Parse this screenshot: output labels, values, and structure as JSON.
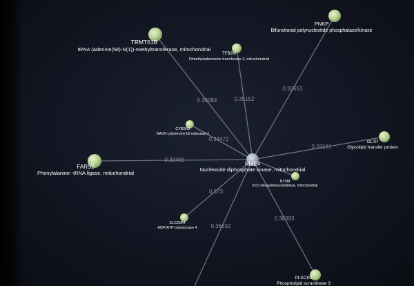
{
  "graph": {
    "hub": {
      "symbol": "NME4",
      "description": "Nucleoside diphosphate kinase, mitochondrial",
      "color": "#a9b1c8"
    },
    "neighbor_color": "#bcd49a",
    "edge_color": "#8d929b",
    "neighbors": [
      {
        "id": "pnkp",
        "symbol": "PNKP",
        "description": "Bifunctional polynucleotide phosphatase/kinase",
        "score": "0.32653"
      },
      {
        "id": "trmt61b",
        "symbol": "TRMT61B",
        "description": "tRNA (adenine(58)-N(1))-methyltransferase, mitochondrial",
        "score": "0.36084"
      },
      {
        "id": "tfb2m",
        "symbol": "TFB2M",
        "description": "Dimethyladenosine transferase 2, mitochondrial",
        "score": "0.35152"
      },
      {
        "id": "cyb5r2",
        "symbol": "CYB5R2",
        "description": "NADH-cytochrome b5 reductase 2",
        "score": "0.34472"
      },
      {
        "id": "gltp",
        "symbol": "GLTP",
        "description": "Glycolipid transfer protein",
        "score": "0.33181"
      },
      {
        "id": "fars2",
        "symbol": "FARS2",
        "description": "Phenylalanine--tRNA ligase, mitochondrial",
        "score": "0.33469"
      },
      {
        "id": "nt5m",
        "symbol": "NT5M",
        "description": "5'(3')-deoxyribonucleotidase, mitochondrial",
        "score": ""
      },
      {
        "id": "slc25a4",
        "symbol": "SLC25A4",
        "description": "ADP/ATP translocase 4",
        "score": "0.373"
      },
      {
        "id": "offscreen",
        "symbol": "",
        "description": "",
        "score": "0.36632"
      },
      {
        "id": "plscr3",
        "symbol": "PLSCR3",
        "description": "Phospholipid scramblase 3",
        "score": "0.38393"
      }
    ]
  }
}
